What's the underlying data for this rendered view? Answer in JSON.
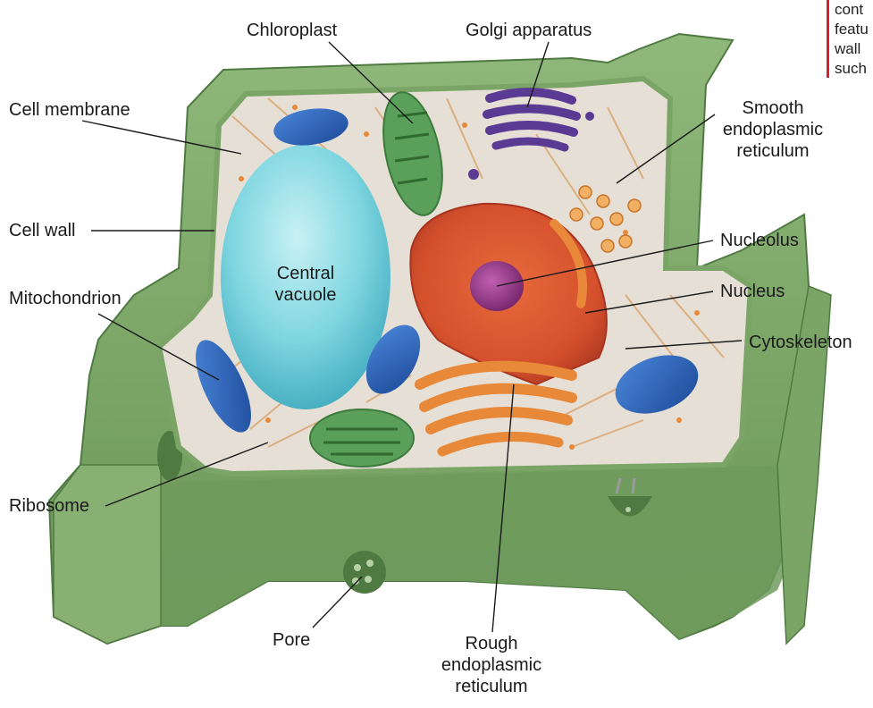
{
  "diagram": {
    "labels": {
      "chloroplast": "Chloroplast",
      "golgi": "Golgi apparatus",
      "cell_membrane": "Cell membrane",
      "smooth_er_1": "Smooth",
      "smooth_er_2": "endoplasmic",
      "smooth_er_3": "reticulum",
      "cell_wall": "Cell wall",
      "nucleolus": "Nucleolus",
      "central_vacuole_1": "Central",
      "central_vacuole_2": "vacuole",
      "mitochondrion": "Mitochondrion",
      "nucleus": "Nucleus",
      "cytoskeleton": "Cytoskeleton",
      "ribosome": "Ribosome",
      "pore": "Pore",
      "rough_er_1": "Rough",
      "rough_er_2": "endoplasmic",
      "rough_er_3": "reticulum"
    },
    "sidebar_lines": [
      "cont",
      "featu",
      "wall",
      "such"
    ],
    "colors": {
      "cell_wall": "#7fa86a",
      "cell_wall_dark": "#5e8a4e",
      "cytoplasm": "#e4ddd3",
      "vacuole": "#7fd6e0",
      "nucleus": "#d9532f",
      "nucleolus": "#9b3a8c",
      "mitochondrion": "#2a5fb8",
      "chloroplast": "#5aa05a",
      "golgi": "#5b3a94",
      "rough_er": "#e8893a",
      "accent_rule": "#d71f2a"
    }
  }
}
